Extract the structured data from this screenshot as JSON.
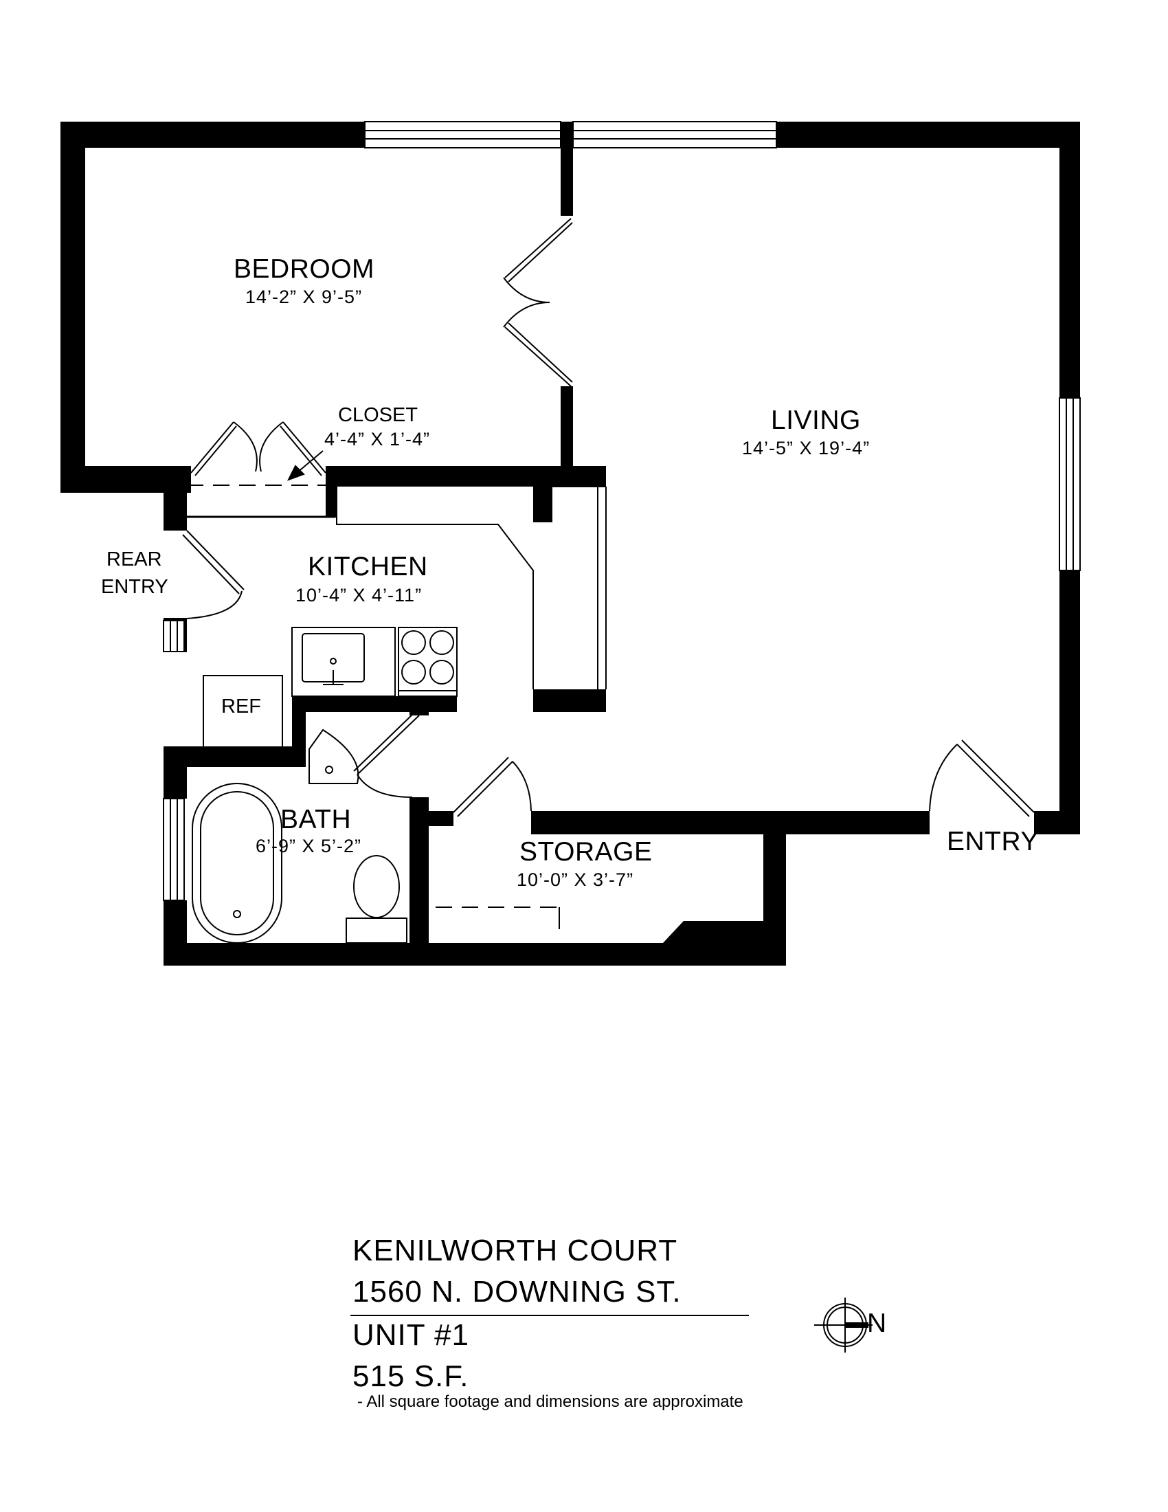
{
  "rooms": {
    "bedroom": {
      "name": "BEDROOM",
      "dims": "14’-2” X 9’-5”"
    },
    "living": {
      "name": "LIVING",
      "dims": "14’-5” X 19’-4”"
    },
    "closet": {
      "name": "CLOSET",
      "dims": "4’-4” X 1’-4”"
    },
    "kitchen": {
      "name": "KITCHEN",
      "dims": "10’-4” X 4’-11”"
    },
    "bath": {
      "name": "BATH",
      "dims": "6’-9” X 5’-2”"
    },
    "storage": {
      "name": "STORAGE",
      "dims": "10’-0” X 3’-7”"
    }
  },
  "labels": {
    "rear_entry_1": "REAR",
    "rear_entry_2": "ENTRY",
    "entry": "ENTRY",
    "ref": "REF",
    "north": "N"
  },
  "title_block": {
    "building": "KENILWORTH COURT",
    "address": "1560 N. DOWNING ST.",
    "unit": "UNIT #1",
    "area": "515 S.F.",
    "disclaimer": "- All square footage and dimensions are approximate"
  },
  "colors": {
    "wall": "#000000",
    "background": "#ffffff"
  }
}
